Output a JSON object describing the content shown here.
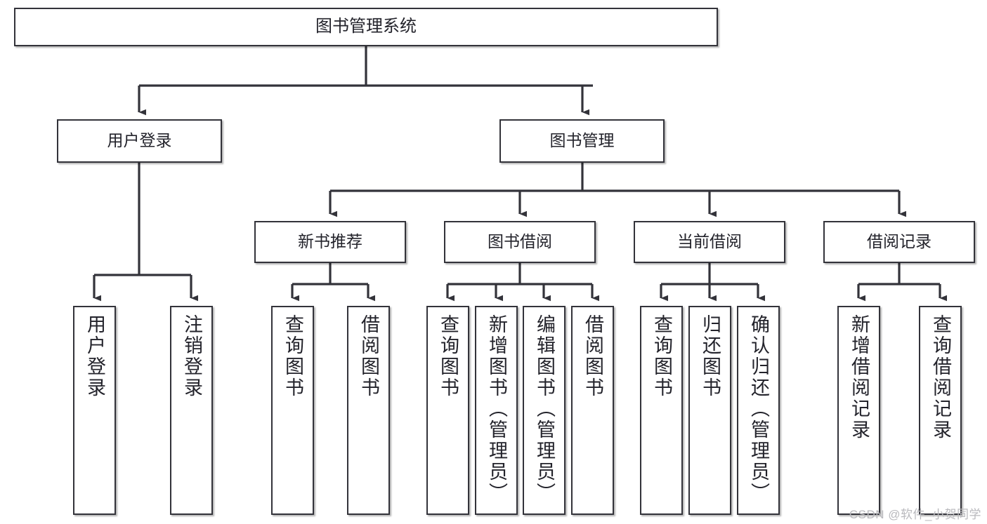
{
  "diagram": {
    "title": "图书管理系统",
    "type": "tree-hierarchy-chart",
    "watermark": "CSDN @软件_小贺同学",
    "colors": {
      "box_border": "#33333a",
      "box_fill": "#ffffff",
      "text": "#23232b",
      "connector": "#33333a",
      "watermark": "#b9b9bd",
      "background": "#ffffff"
    },
    "nodes": {
      "root": {
        "label": "图书管理系统"
      },
      "level2": [
        {
          "id": "user-login",
          "label": "用户登录"
        },
        {
          "id": "book-management",
          "label": "图书管理"
        }
      ],
      "level3": [
        {
          "id": "new-book-recommend",
          "label": "新书推荐"
        },
        {
          "id": "book-borrow",
          "label": "图书借阅"
        },
        {
          "id": "current-borrow",
          "label": "当前借阅"
        },
        {
          "id": "borrow-record",
          "label": "借阅记录"
        }
      ],
      "leaves": {
        "user_login": [
          {
            "id": "leaf-user-login",
            "label": "用户登录"
          },
          {
            "id": "leaf-logout-login",
            "label": "注销登录"
          }
        ],
        "new_book_recommend": [
          {
            "id": "leaf-query-book-1",
            "label": "查询图书"
          },
          {
            "id": "leaf-borrow-book-1",
            "label": "借阅图书"
          }
        ],
        "book_borrow": [
          {
            "id": "leaf-query-book-2",
            "label": "查询图书"
          },
          {
            "id": "leaf-add-book",
            "label": "新增图书（管理员）"
          },
          {
            "id": "leaf-edit-book",
            "label": "编辑图书（管理员）"
          },
          {
            "id": "leaf-borrow-book-2",
            "label": "借阅图书"
          }
        ],
        "current_borrow": [
          {
            "id": "leaf-query-book-3",
            "label": "查询图书"
          },
          {
            "id": "leaf-return-book",
            "label": "归还图书"
          },
          {
            "id": "leaf-confirm-return",
            "label": "确认归还（管理员）"
          }
        ],
        "borrow_record": [
          {
            "id": "leaf-add-borrow-record",
            "label": "新增借阅记录"
          },
          {
            "id": "leaf-query-borrow-record",
            "label": "查询借阅记录"
          }
        ]
      }
    }
  }
}
